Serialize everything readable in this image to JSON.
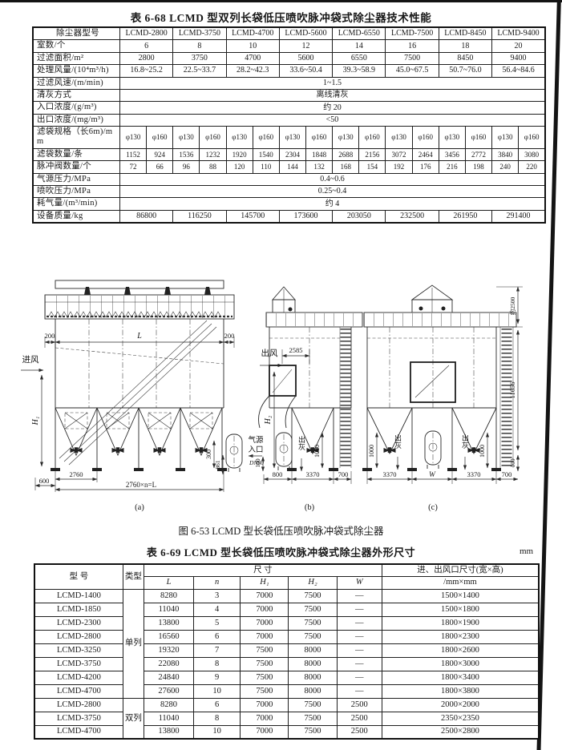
{
  "t68": {
    "title": "表 6-68  LCMD 型双列长袋低压喷吹脉冲袋式除尘器技术性能",
    "r0": {
      "label": "除尘器型号",
      "v": [
        "LCMD-2800",
        "LCMD-3750",
        "LCMD-4700",
        "LCMD-5600",
        "LCMD-6550",
        "LCMD-7500",
        "LCMD-8450",
        "LCMD-9400"
      ]
    },
    "r1": {
      "label": "室数/个",
      "v": [
        "6",
        "8",
        "10",
        "12",
        "14",
        "16",
        "18",
        "20"
      ]
    },
    "r2": {
      "label": "过滤面积/m²",
      "v": [
        "2800",
        "3750",
        "4700",
        "5600",
        "6550",
        "7500",
        "8450",
        "9400"
      ]
    },
    "r3": {
      "label": "处理风量/(10⁴m³/h)",
      "v": [
        "16.8~25.2",
        "22.5~33.7",
        "28.2~42.3",
        "33.6~50.4",
        "39.3~58.9",
        "45.0~67.5",
        "50.7~76.0",
        "56.4~84.6"
      ]
    },
    "r4": {
      "label": "过滤风速/(m/min)",
      "v": "1~1.5"
    },
    "r5": {
      "label": "清灰方式",
      "v": "离线清灰"
    },
    "r6": {
      "label": "入口浓度/(g/m³)",
      "v": "约 20"
    },
    "r7": {
      "label": "出口浓度/(mg/m³)",
      "v": "<50"
    },
    "r8": {
      "label": "滤袋规格（长6m)/mm",
      "v": [
        "φ130",
        "φ160",
        "φ130",
        "φ160",
        "φ130",
        "φ160",
        "φ130",
        "φ160",
        "φ130",
        "φ160",
        "φ130",
        "φ160",
        "φ130",
        "φ160",
        "φ130",
        "φ160"
      ]
    },
    "r9": {
      "label": "滤袋数量/条",
      "v": [
        "1152",
        "924",
        "1536",
        "1232",
        "1920",
        "1540",
        "2304",
        "1848",
        "2688",
        "2156",
        "3072",
        "2464",
        "3456",
        "2772",
        "3840",
        "3080"
      ]
    },
    "r10": {
      "label": "脉冲阀数量/个",
      "v": [
        "72",
        "66",
        "96",
        "88",
        "120",
        "110",
        "144",
        "132",
        "168",
        "154",
        "192",
        "176",
        "216",
        "198",
        "240",
        "220"
      ]
    },
    "r11": {
      "label": "气源压力/MPa",
      "v": "0.4~0.6"
    },
    "r12": {
      "label": "喷吹压力/MPa",
      "v": "0.25~0.4"
    },
    "r13": {
      "label": "耗气量/(m³/min)",
      "v": "约 4"
    },
    "r14": {
      "label": "设备质量/kg",
      "v": [
        "86800",
        "116250",
        "145700",
        "173600",
        "203050",
        "232500",
        "261950",
        "291400"
      ]
    }
  },
  "figure": {
    "caption": "图 6-53  LCMD 型长袋低压喷吹脉冲袋式除尘器",
    "a": {
      "cap": "(a)",
      "dim_200_left": "200",
      "dim_L": "L",
      "dim_200_right": "200",
      "inlet": "进风",
      "outlet": "出风",
      "h1": "H₁",
      "h2": "H₂",
      "dim_600": "600",
      "dim_2760": "2760",
      "dim_total": "2760×n=L",
      "dim_300": "300",
      "dim_861": "861",
      "air_source_line1": "气源",
      "air_source_line2": "入口",
      "dn80": "DN80"
    },
    "b": {
      "cap": "(b)",
      "dim_2585": "2585",
      "ash": "出灰",
      "dim_1000": "1000",
      "dim_100": "100",
      "dim_800": "800",
      "dim_3370": "3370",
      "dim_700": "700"
    },
    "c": {
      "cap": "(c)",
      "dim_2500": "约2500",
      "dim_11656": "11656",
      "dim_100": "100",
      "dim_1000_left": "1000",
      "dim_1000_right": "1000",
      "ash_left": "出灰",
      "ash_right": "出灰",
      "dim_3370_left": "3370",
      "dim_W": "W",
      "dim_3370_right": "3370",
      "dim_700": "700"
    }
  },
  "t69": {
    "title": "表 6-69  LCMD 型长袋低压喷吹脉冲袋式除尘器外形尺寸",
    "unit": "mm",
    "h_model": "型  号",
    "h_type": "类型",
    "h_size": "尺  寸",
    "h_port1": "进、出风口尺寸(宽×高)",
    "h_port2": "/mm×mm",
    "cols": [
      "L",
      "n",
      "H₁",
      "H₂",
      "W"
    ],
    "group_single": "单列",
    "group_double": "双列",
    "rows": [
      {
        "model": "LCMD-1400",
        "L": "8280",
        "n": "3",
        "H1": "7000",
        "H2": "7500",
        "W": "—",
        "port": "1500×1400"
      },
      {
        "model": "LCMD-1850",
        "L": "11040",
        "n": "4",
        "H1": "7000",
        "H2": "7500",
        "W": "—",
        "port": "1500×1800"
      },
      {
        "model": "LCMD-2300",
        "L": "13800",
        "n": "5",
        "H1": "7000",
        "H2": "7500",
        "W": "—",
        "port": "1800×1900"
      },
      {
        "model": "LCMD-2800",
        "L": "16560",
        "n": "6",
        "H1": "7000",
        "H2": "7500",
        "W": "—",
        "port": "1800×2300"
      },
      {
        "model": "LCMD-3250",
        "L": "19320",
        "n": "7",
        "H1": "7500",
        "H2": "8000",
        "W": "—",
        "port": "1800×2600"
      },
      {
        "model": "LCMD-3750",
        "L": "22080",
        "n": "8",
        "H1": "7500",
        "H2": "8000",
        "W": "—",
        "port": "1800×3000"
      },
      {
        "model": "LCMD-4200",
        "L": "24840",
        "n": "9",
        "H1": "7500",
        "H2": "8000",
        "W": "—",
        "port": "1800×3400"
      },
      {
        "model": "LCMD-4700",
        "L": "27600",
        "n": "10",
        "H1": "7500",
        "H2": "8000",
        "W": "—",
        "port": "1800×3800"
      },
      {
        "model": "LCMD-2800",
        "L": "8280",
        "n": "6",
        "H1": "7000",
        "H2": "7500",
        "W": "2500",
        "port": "2000×2000"
      },
      {
        "model": "LCMD-3750",
        "L": "11040",
        "n": "8",
        "H1": "7000",
        "H2": "7500",
        "W": "2500",
        "port": "2350×2350"
      },
      {
        "model": "LCMD-4700",
        "L": "13800",
        "n": "10",
        "H1": "7000",
        "H2": "7500",
        "W": "2500",
        "port": "2500×2800"
      }
    ]
  }
}
